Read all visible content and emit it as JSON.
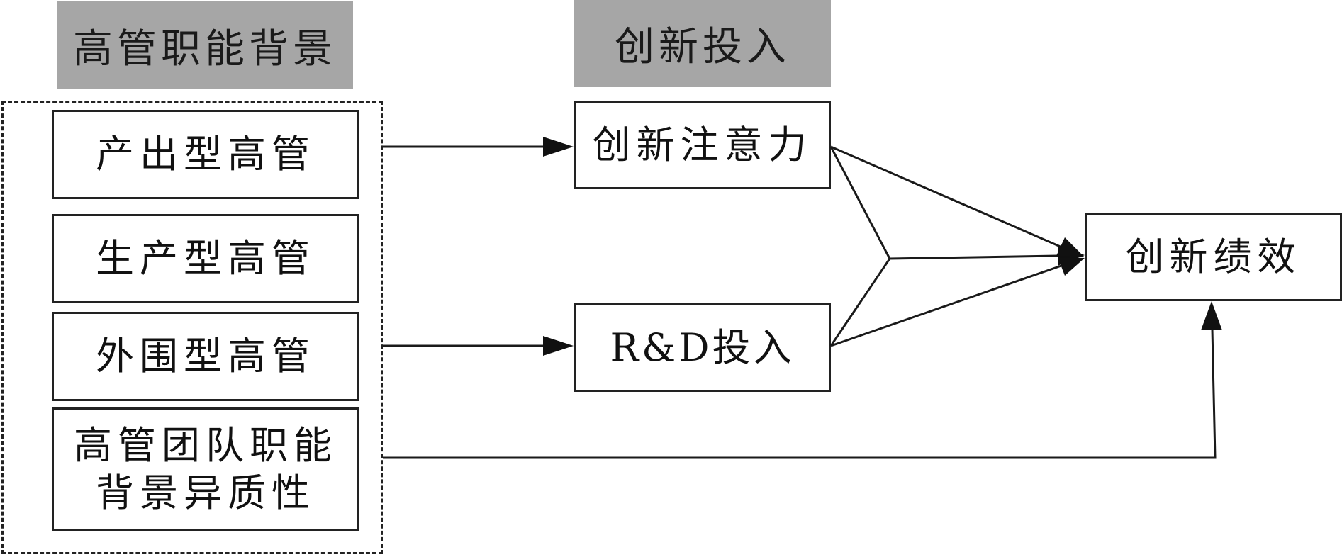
{
  "headers": {
    "exec_background": "高管职能背景",
    "innovation_input": "创新投入"
  },
  "exec_types": {
    "output": "产出型高管",
    "production": "生产型高管",
    "periphery": "外围型高管",
    "heterogeneity_line1": "高管团队职能",
    "heterogeneity_line2": "背景异质性"
  },
  "mediators": {
    "attention": "创新注意力",
    "rd": "R&D投入"
  },
  "outcome": {
    "performance": "创新绩效"
  }
}
